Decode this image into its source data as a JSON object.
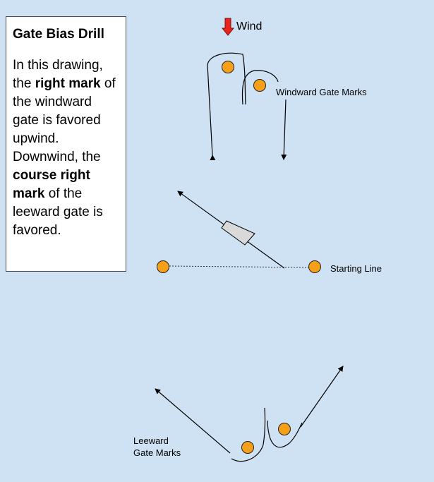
{
  "info": {
    "title": "Gate Bias Drill",
    "body_segments": [
      {
        "text": "In this drawing, the ",
        "bold": false
      },
      {
        "text": "right mark",
        "bold": true
      },
      {
        "text": " of the windward gate is favored upwind. Downwind, the ",
        "bold": false
      },
      {
        "text": "course right mark",
        "bold": true
      },
      {
        "text": " of the leeward gate is favored.",
        "bold": false
      }
    ]
  },
  "labels": {
    "wind": "Wind",
    "windward_marks": "Windward Gate Marks",
    "starting_line": "Starting Line",
    "leeward_marks_line1": "Leeward",
    "leeward_marks_line2": "Gate Marks"
  },
  "colors": {
    "background": "#cfe2f3",
    "mark_fill": "#f6a01a",
    "mark_stroke": "#222222",
    "wind_arrow": "#e8241c",
    "boat_fill": "#d9d9d9",
    "line": "#000000"
  }
}
